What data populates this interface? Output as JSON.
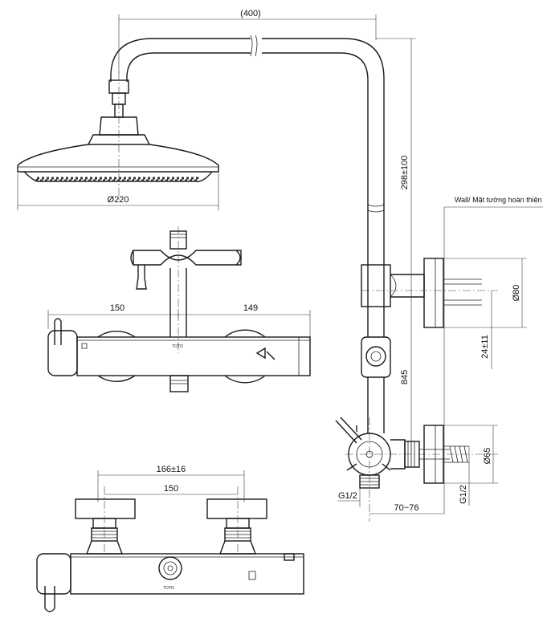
{
  "dimensions": {
    "arm_length": "(400)",
    "head_diameter": "Ø220",
    "height_adjust": "298±100",
    "wall_label": "Wall/ Mặt tường hoàn thiện",
    "bracket_diameter": "Ø80",
    "bracket_offset": "24±11",
    "bar_height": "845",
    "valve_left": "150",
    "valve_right": "149",
    "flange_diameter": "Ø65",
    "inlet_thread_side": "G1/2",
    "inlet_thread_bottom": "G1/2",
    "wall_projection": "70~76",
    "inlet_center_range": "166±16",
    "inlet_center": "150"
  },
  "brand": "TOTO"
}
